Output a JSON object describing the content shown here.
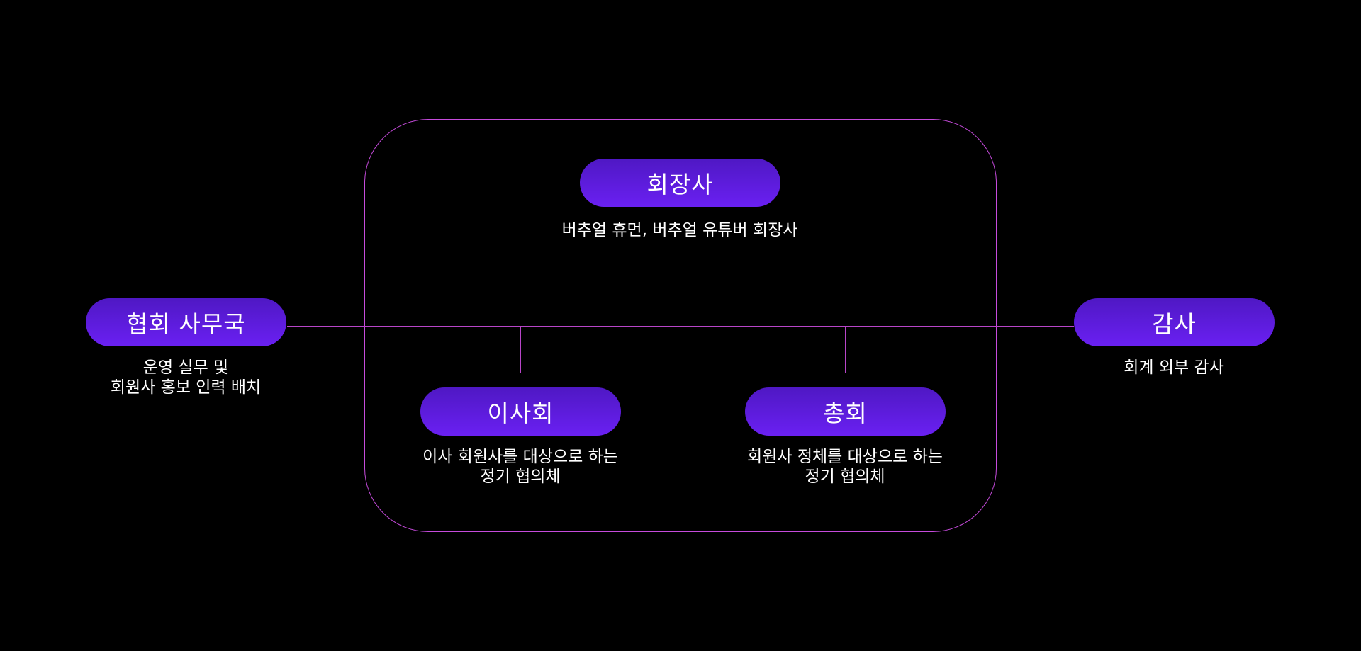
{
  "colors": {
    "background": "#000000",
    "frame_border": "#c64bdc",
    "connector": "#b845c8",
    "pill_gradient_top": "#4f18c4",
    "pill_gradient_bottom": "#6a20f2",
    "text": "#ffffff"
  },
  "nodes": {
    "president": {
      "title": "회장사",
      "desc_lines": [
        "버추얼 휴먼, 버추얼 유튜버 회장사"
      ]
    },
    "secretariat": {
      "title": "협회 사무국",
      "desc_lines": [
        "운영 실무 및",
        "회원사 홍보 인력 배치"
      ]
    },
    "audit": {
      "title": "감사",
      "desc_lines": [
        "회계 외부 감사"
      ]
    },
    "board": {
      "title": "이사회",
      "desc_lines": [
        "이사 회원사를 대상으로 하는",
        "정기 협의체"
      ]
    },
    "general_assembly": {
      "title": "총회",
      "desc_lines": [
        "회원사 정체를 대상으로 하는",
        "정기 협의체"
      ]
    }
  }
}
